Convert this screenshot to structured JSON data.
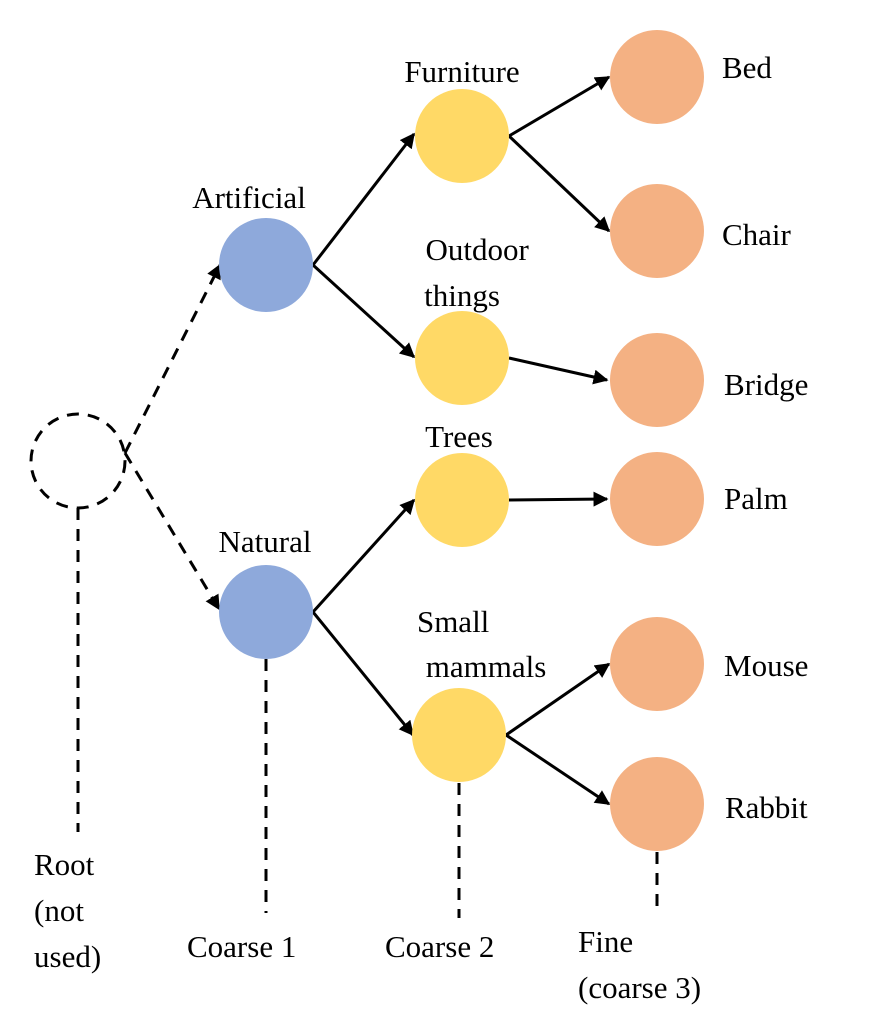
{
  "colors": {
    "coarse1_node": "#8EA9DB",
    "coarse2_node": "#FFD966",
    "fine_node": "#F4B183",
    "edge": "#000000",
    "background": "#FFFFFF"
  },
  "root": {
    "label_lines": [
      "Root",
      "(not",
      "used)"
    ]
  },
  "coarse1": [
    {
      "label": "Artificial"
    },
    {
      "label": "Natural"
    }
  ],
  "coarse2": [
    {
      "label_lines": [
        "Furniture"
      ]
    },
    {
      "label_lines": [
        "Outdoor",
        "things"
      ]
    },
    {
      "label_lines": [
        "Trees"
      ]
    },
    {
      "label_lines": [
        "Small",
        "mammals"
      ]
    }
  ],
  "fine": [
    {
      "label": "Bed"
    },
    {
      "label": "Chair"
    },
    {
      "label": "Bridge"
    },
    {
      "label": "Palm"
    },
    {
      "label": "Mouse"
    },
    {
      "label": "Rabbit"
    }
  ],
  "level_labels": {
    "coarse1": [
      "Coarse 1"
    ],
    "coarse2": [
      "Coarse 2"
    ],
    "fine": [
      "Fine",
      "(coarse 3)"
    ]
  }
}
